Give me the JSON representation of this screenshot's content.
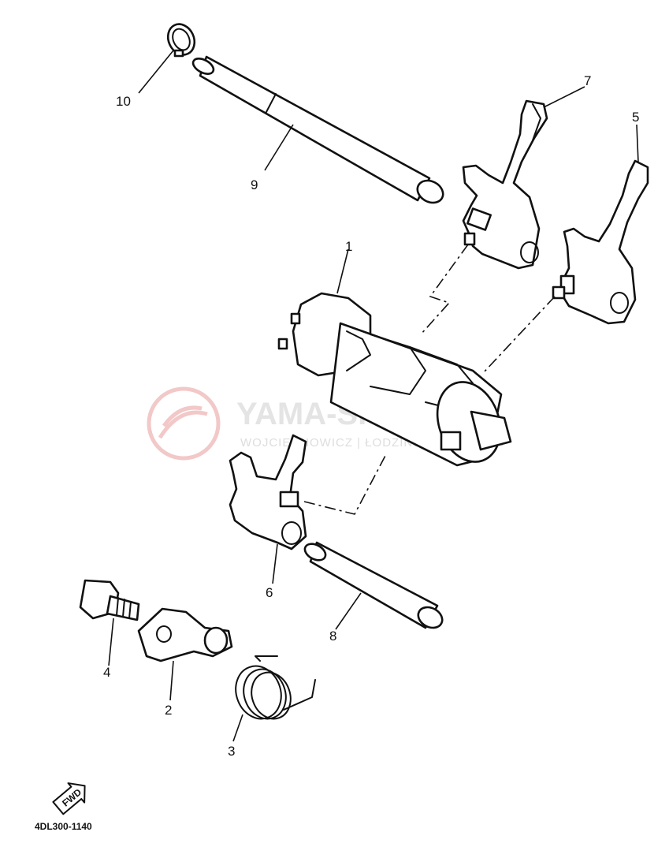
{
  "diagram": {
    "code": "4DL300-1140",
    "fwd_label": "FWD"
  },
  "watermark": {
    "title": "YAMA-SKLEP.PL",
    "subtitle": "WOJCIECHOWICZ | ŁODZIŃSKI | MAGÓRA"
  },
  "callouts": [
    {
      "id": "1",
      "label": "1"
    },
    {
      "id": "2",
      "label": "2"
    },
    {
      "id": "3",
      "label": "3"
    },
    {
      "id": "4",
      "label": "4"
    },
    {
      "id": "5",
      "label": "5"
    },
    {
      "id": "6",
      "label": "6"
    },
    {
      "id": "7",
      "label": "7"
    },
    {
      "id": "8",
      "label": "8"
    },
    {
      "id": "9",
      "label": "9"
    },
    {
      "id": "10",
      "label": "10"
    }
  ]
}
